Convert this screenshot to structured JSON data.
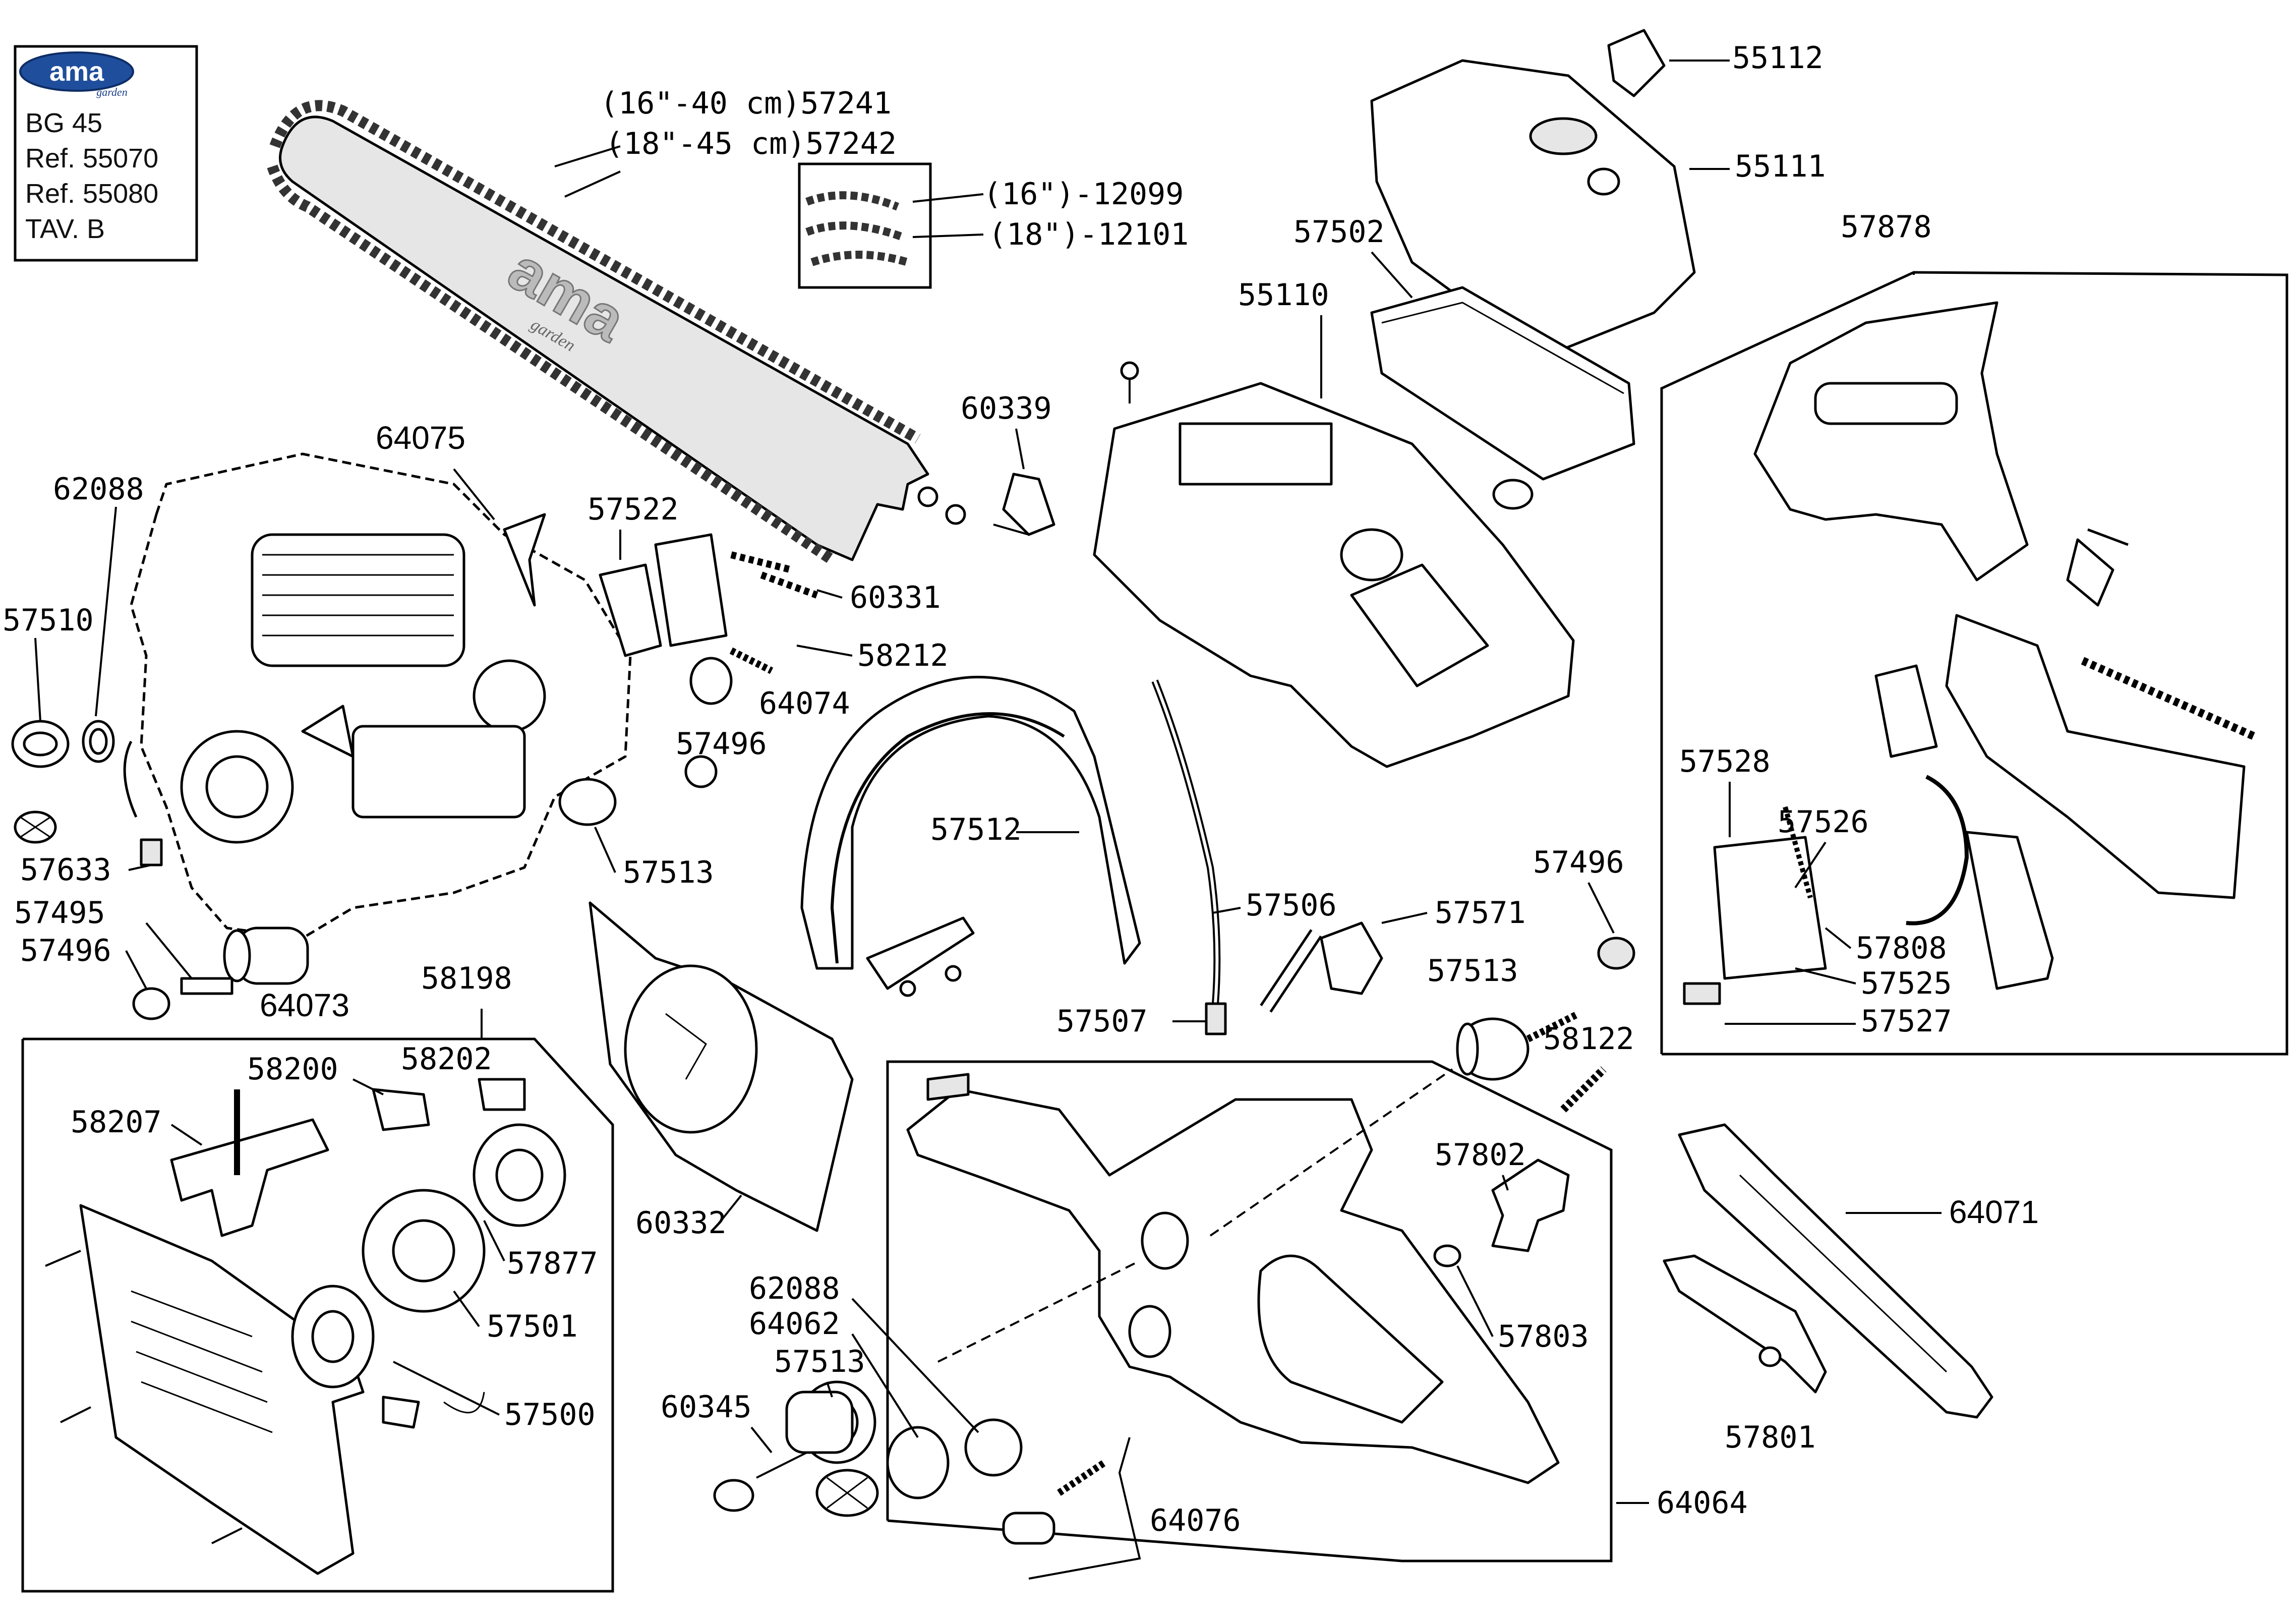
{
  "header": {
    "logo": "ama",
    "logo_sub": "garden",
    "lines": [
      "BG 45",
      "Ref. 55070",
      "Ref. 55080",
      "TAV. B"
    ]
  },
  "bar_logo": {
    "brand": "ama",
    "sub": "garden"
  },
  "labels": {
    "p16_40": "(16\"-40 cm)57241",
    "p18_45": "(18\"-45 cm)57242",
    "p16_chain": "(16\")-12099",
    "p18_chain": "(18\")-12101",
    "p55112": "55112",
    "p55111": "55111",
    "p57502": "57502",
    "p55110": "55110",
    "p57878": "57878",
    "p60339": "60339",
    "p64075": "64075",
    "p62088a": "62088",
    "p57522": "57522",
    "p60331": "60331",
    "p57510": "57510",
    "p58212": "58212",
    "p64074": "64074",
    "p57496a": "57496",
    "p57633": "57633",
    "p57513a": "57513",
    "p57495": "57495",
    "p57496b": "57496",
    "p64073": "64073",
    "p57512": "57512",
    "p57506": "57506",
    "p57496c": "57496",
    "p57571": "57571",
    "p57513b": "57513",
    "p57528": "57528",
    "p57526": "57526",
    "p57808": "57808",
    "p57525": "57525",
    "p57527": "57527",
    "p58198": "58198",
    "p58200": "58200",
    "p58202": "58202",
    "p58207": "58207",
    "p57877": "57877",
    "p57501": "57501",
    "p57500": "57500",
    "p60332": "60332",
    "p57507": "57507",
    "p58122": "58122",
    "p57802": "57802",
    "p64071": "64071",
    "p57803": "57803",
    "p62088b": "62088",
    "p64062": "64062",
    "p57513c": "57513",
    "p60345": "60345",
    "p57801": "57801",
    "p64076": "64076",
    "p64064": "64064"
  },
  "icons": {
    "brand_logo": "ama-logo-icon",
    "chain_bar": "guide-bar-icon"
  }
}
